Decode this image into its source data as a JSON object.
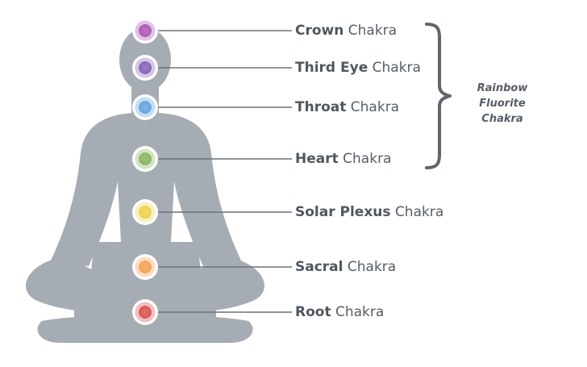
{
  "chakras": [
    {
      "name": "Crown",
      "suffix": "Chakra",
      "color": "#9c2fa3"
    },
    {
      "name": "Third Eye",
      "suffix": "Chakra",
      "color": "#6a3aa6"
    },
    {
      "name": "Throat",
      "suffix": "Chakra",
      "color": "#3d8fd6"
    },
    {
      "name": "Heart",
      "suffix": "Chakra",
      "color": "#6aa33a"
    },
    {
      "name": "Solar Plexus",
      "suffix": "Chakra",
      "color": "#e8c81f"
    },
    {
      "name": "Sacral",
      "suffix": "Chakra",
      "color": "#ef8d2a"
    },
    {
      "name": "Root",
      "suffix": "Chakra",
      "color": "#cf2a27"
    }
  ],
  "group": {
    "line1": "Rainbow Fluorite",
    "line2": "Chakra"
  },
  "colors": {
    "silhouette": "#a5acb4",
    "text": "#555d66",
    "leader": "#6b7178"
  }
}
